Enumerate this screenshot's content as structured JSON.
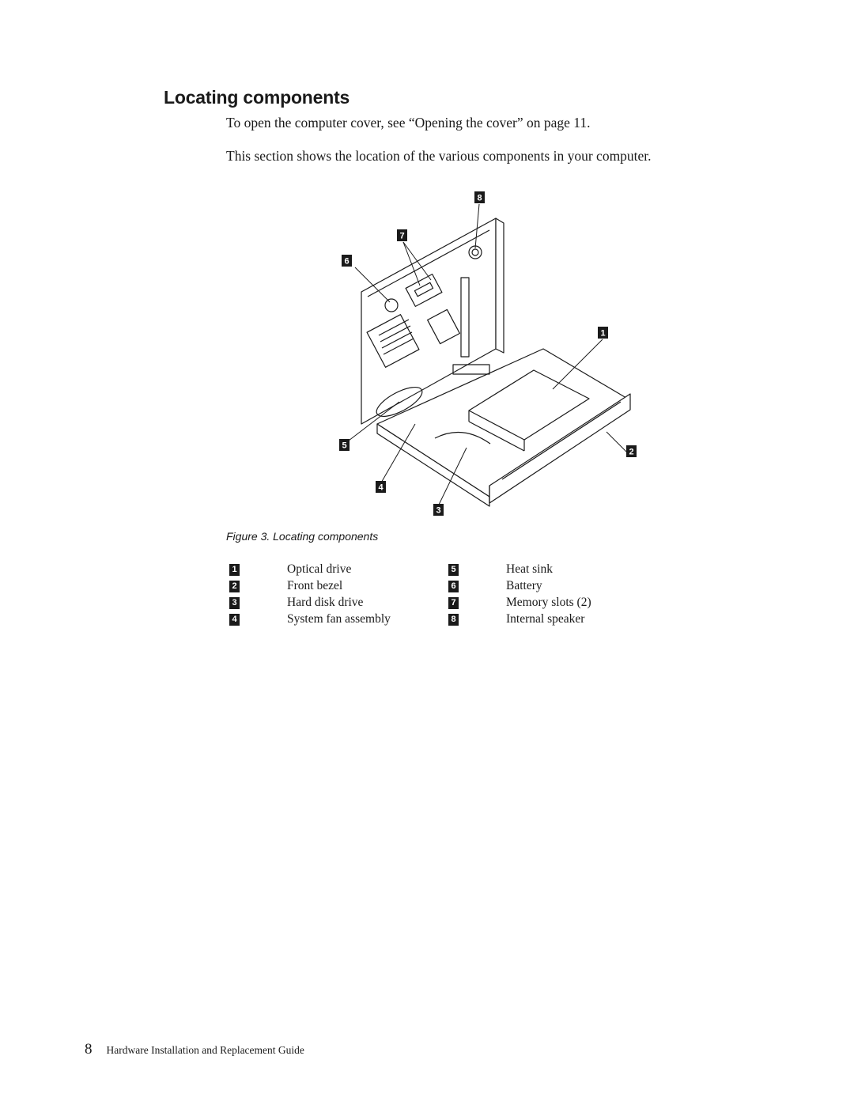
{
  "heading": "Locating components",
  "paragraphs": [
    "To open the computer cover, see “Opening the cover” on page 11.",
    "This section shows the location of the various components in your computer."
  ],
  "figure": {
    "callouts": [
      "1",
      "2",
      "3",
      "4",
      "5",
      "6",
      "7",
      "8"
    ],
    "caption": "Figure 3. Locating components"
  },
  "legend": [
    {
      "num": "1",
      "label": "Optical drive"
    },
    {
      "num": "2",
      "label": "Front bezel"
    },
    {
      "num": "3",
      "label": "Hard disk drive"
    },
    {
      "num": "4",
      "label": "System fan assembly"
    },
    {
      "num": "5",
      "label": "Heat sink"
    },
    {
      "num": "6",
      "label": "Battery"
    },
    {
      "num": "7",
      "label": "Memory slots (2)"
    },
    {
      "num": "8",
      "label": "Internal speaker"
    }
  ],
  "footer": {
    "page_number": "8",
    "title": "Hardware Installation and Replacement Guide"
  }
}
